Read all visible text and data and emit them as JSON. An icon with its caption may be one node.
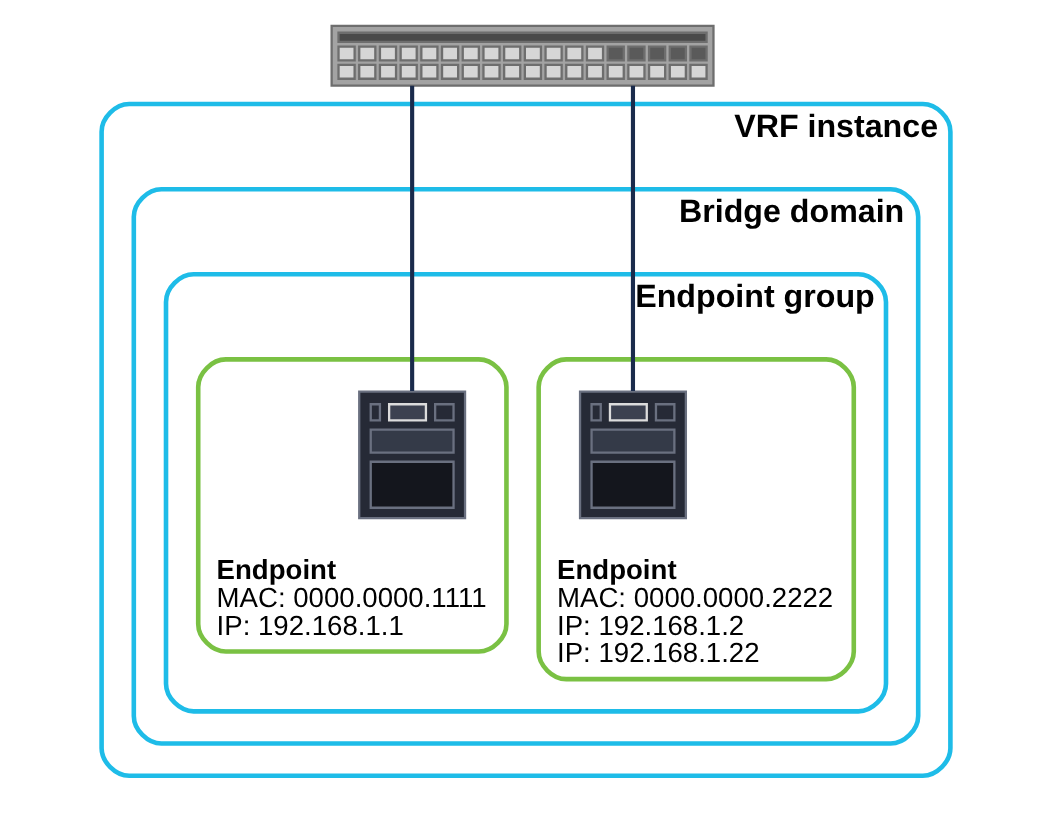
{
  "diagram": {
    "nodes": [
      {
        "text": [],
        "shape": "picture"
      },
      {
        "text": [
          "VRF instance"
        ]
      },
      {
        "text": [
          "Bridge domain"
        ],
        "in": 1
      },
      {
        "text": [
          "Endpoint group"
        ],
        "in": 2
      },
      {
        "text": [
          "Endpoint",
          "MAC: 0000.0000.1111",
          "IP: 192.168.1.1"
        ],
        "in": 3
      },
      {
        "text": [],
        "shape": "picture",
        "in": 4
      },
      {
        "text": [
          "Endpoint",
          "MAC: 0000.0000.2222",
          "IP: 192.168.1.2",
          "IP: 192.168.1.22"
        ],
        "in": 3
      },
      {
        "text": [],
        "shape": "picture",
        "in": 6
      }
    ],
    "edges": [
      {
        "from": 0,
        "to": 5,
        "arrow": "none"
      },
      {
        "from": 0,
        "to": 7,
        "arrow": "none"
      }
    ]
  }
}
